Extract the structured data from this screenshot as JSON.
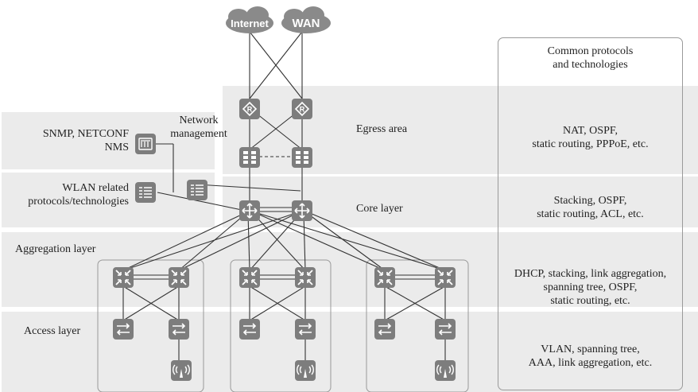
{
  "clouds": {
    "internet": "Internet",
    "wan": "WAN"
  },
  "left_labels": {
    "snmp_line1": "SNMP, NETCONF",
    "snmp_line2": "NMS",
    "wlan_line1": "WLAN related",
    "wlan_line2": "protocols/technologies",
    "mgmt_line1": "Network",
    "mgmt_line2": "management"
  },
  "layers": {
    "egress": "Egress area",
    "core": "Core layer",
    "aggregation": "Aggregation layer",
    "access": "Access layer"
  },
  "protocols": {
    "header_line1": "Common protocols",
    "header_line2": "and technologies",
    "egress_line1": "NAT, OSPF,",
    "egress_line2": "static routing, PPPoE, etc.",
    "core_line1": "Stacking, OSPF,",
    "core_line2": "static routing, ACL, etc.",
    "agg_line1": "DHCP, stacking, link aggregation,",
    "agg_line2": "spanning tree, OSPF,",
    "agg_line3": "static routing, etc.",
    "access_line1": "VLAN, spanning tree,",
    "access_line2": "AAA, link aggregation, etc."
  },
  "colors": {
    "band": "#ebebeb",
    "device": "#7d7d7d",
    "cloud": "#8a8a8a",
    "line": "#333333"
  },
  "icons": [
    "router-icon",
    "firewall-icon",
    "core-switch-icon",
    "aggregation-switch-icon",
    "access-switch-icon",
    "wireless-ap-icon",
    "nms-server-icon",
    "wlan-ac-icon"
  ]
}
